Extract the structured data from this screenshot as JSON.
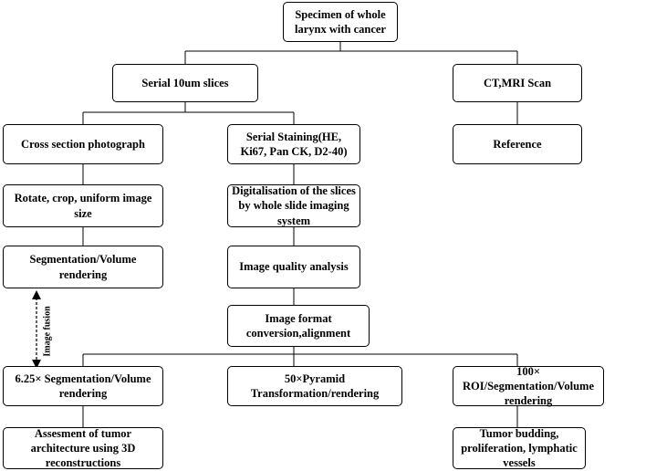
{
  "diagram": {
    "nodes": {
      "specimen": "Specimen of whole larynx with cancer",
      "serial_slices": "Serial 10um slices",
      "ct_mri": "CT,MRI Scan",
      "cross_section": "Cross section photograph",
      "serial_staining": "Serial Staining(HE, Ki67, Pan CK, D2-40)",
      "reference": "Reference",
      "rotate_crop": "Rotate, crop, uniform image size",
      "digitalisation": "Digitalisation of the slices by whole slide imaging system",
      "segmentation_volume": "Segmentation/Volume rendering",
      "image_quality": "Image quality analysis",
      "format_conversion": "Image format conversion,alignment",
      "seg_625": "6.25× Segmentation/Volume rendering",
      "pyramid_50": "50×Pyramid Transformation/rendering",
      "roi_100": "100× ROI/Segmentation/Volume rendering",
      "tumor_architecture": "Assesment of tumor architecture using 3D reconstructions",
      "tumor_budding": "Tumor budding, proliferation, lymphatic vessels"
    },
    "image_fusion_label": "Image fusion",
    "colors": {
      "border": "#000000",
      "background": "#ffffff",
      "text": "#000000"
    }
  }
}
